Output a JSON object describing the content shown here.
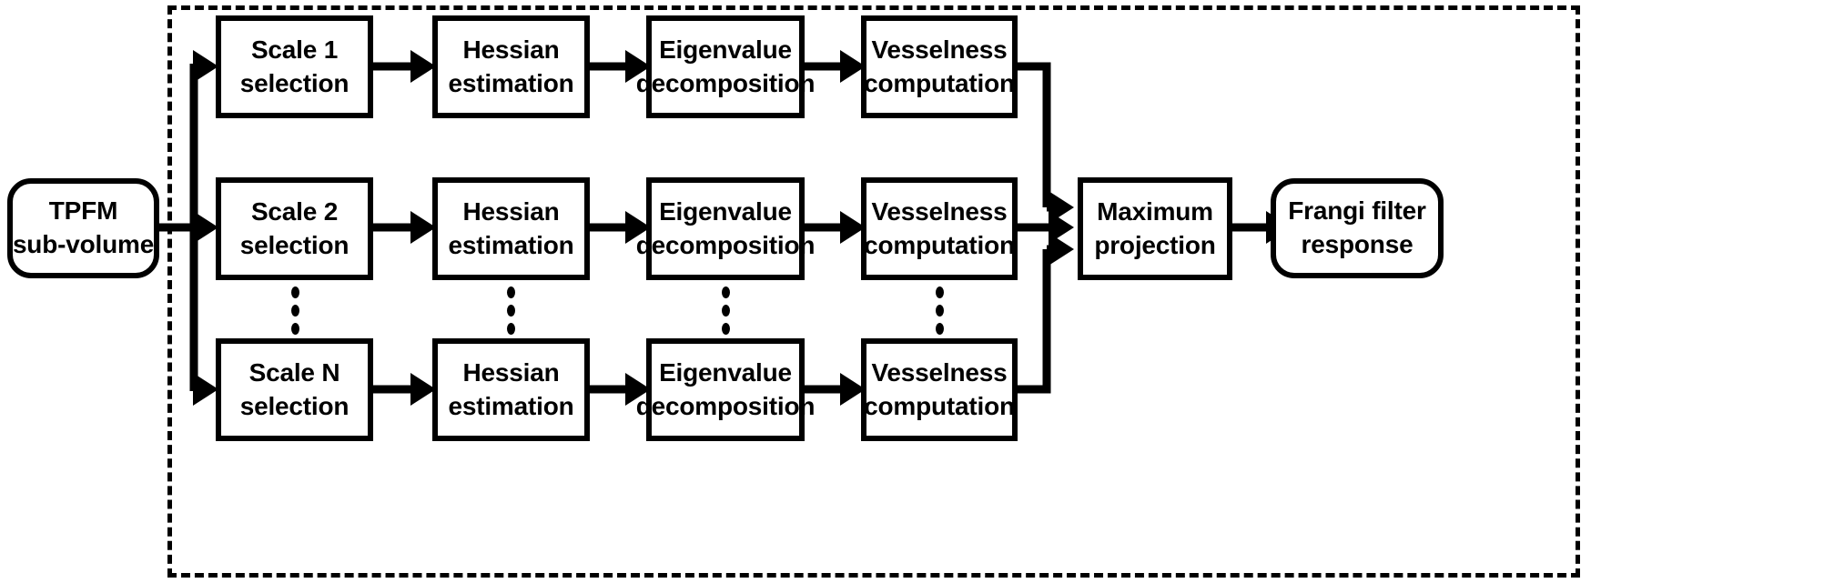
{
  "diagram": {
    "title": "Frangi filter multiscale pipeline",
    "type": "flowchart",
    "colors": {
      "stroke": "#000000",
      "fill": "#ffffff",
      "text": "#000000",
      "group_border": "#000000"
    },
    "input": {
      "id": "tpfm-sub-volume",
      "shape": "rounded-rectangle",
      "line1": "TPFM",
      "line2": "sub-volume"
    },
    "output": {
      "id": "frangi-filter-response",
      "shape": "rounded-rectangle",
      "line1": "Frangi filter",
      "line2": "response"
    },
    "merge": {
      "id": "maximum-projection",
      "shape": "rectangle",
      "line1": "Maximum",
      "line2": "projection"
    },
    "stage_labels": {
      "scale_selection": "selection",
      "hessian_line1": "Hessian",
      "hessian_line2": "estimation",
      "eigen_line1": "Eigenvalue",
      "eigen_line2": "decomposition",
      "vesselness_line1": "Vesselness",
      "vesselness_line2": "computation"
    },
    "rows": [
      {
        "id": "scale-1-row",
        "scale_line1": "Scale 1",
        "scale_line2": "selection",
        "hessian_line1": "Hessian",
        "hessian_line2": "estimation",
        "eigen_line1": "Eigenvalue",
        "eigen_line2": "decomposition",
        "vesselness_line1": "Vesselness",
        "vesselness_line2": "computation"
      },
      {
        "id": "scale-2-row",
        "scale_line1": "Scale 2",
        "scale_line2": "selection",
        "hessian_line1": "Hessian",
        "hessian_line2": "estimation",
        "eigen_line1": "Eigenvalue",
        "eigen_line2": "decomposition",
        "vesselness_line1": "Vesselness",
        "vesselness_line2": "computation"
      },
      {
        "id": "scale-n-row",
        "scale_line1": "Scale N",
        "scale_line2": "selection",
        "hessian_line1": "Hessian",
        "hessian_line2": "estimation",
        "eigen_line1": "Eigenvalue",
        "eigen_line2": "decomposition",
        "vesselness_line1": "Vesselness",
        "vesselness_line2": "computation"
      }
    ],
    "ellipsis": {
      "symbol": "vertical-dots",
      "count": 3
    }
  }
}
